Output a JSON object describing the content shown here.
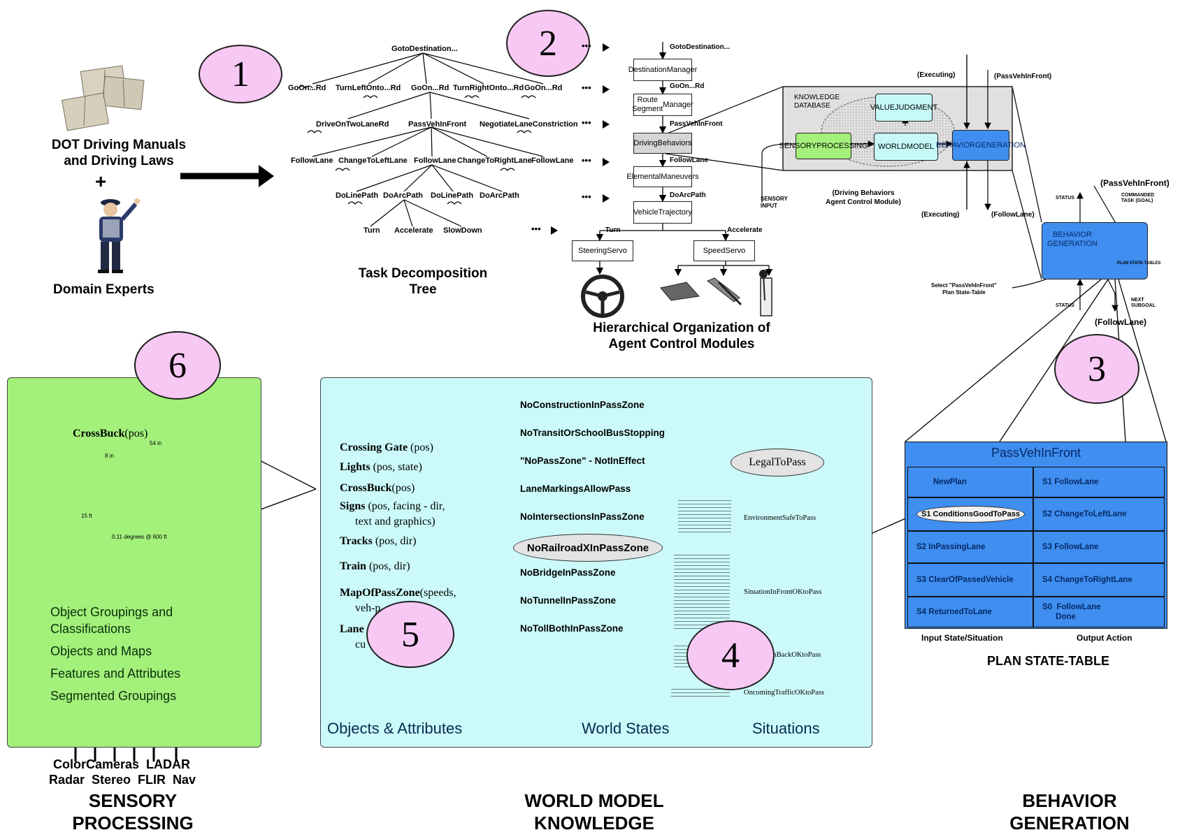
{
  "colors": {
    "circle_pink": "#f8c8f4",
    "sensory_green": "#a3f07b",
    "world_cyan": "#ccfafa",
    "behavior_blue": "#3f8ef0",
    "kb_gray": "#e0e0e0"
  },
  "circles": [
    "1",
    "2",
    "3",
    "4",
    "5",
    "6"
  ],
  "sources": {
    "manuals_line1": "DOT Driving Manuals",
    "manuals_line2": "and Driving Laws",
    "plus": "+",
    "experts": "Domain Experts",
    "manuals_icon": "book-stack-icon",
    "expert_icon": "traffic-officer-icon"
  },
  "task_tree": {
    "title_line1": "Task Decomposition",
    "title_line2": "Tree",
    "root": "GotoDestination...",
    "level1": [
      "GoOn...Rd",
      "TurnLeftOnto...Rd",
      "GoOn...Rd",
      "TurnRightOnto...Rd",
      "GoOn...Rd"
    ],
    "level2": [
      "DriveOnTwoLaneRd",
      "PassVehInFront",
      "NegotiateLaneConstriction"
    ],
    "level3": [
      "FollowLane",
      "ChangeToLeftLane",
      "FollowLane",
      "ChangeToRightLane",
      "FollowLane"
    ],
    "level4": [
      "DoLinePath",
      "DoArcPath",
      "DoLinePath",
      "DoArcPath"
    ],
    "level5": [
      "Turn",
      "Accelerate",
      "SlowDown"
    ],
    "continue": "•••"
  },
  "hierarchy": {
    "title_line1": "Hierarchical Organization of",
    "title_line2": "Agent Control Modules",
    "top_cmd": "GotoDestination...",
    "modules": [
      {
        "line1": "Destination",
        "line2": "Manager"
      },
      {
        "line1": "Route Segment",
        "line2": "Manager"
      },
      {
        "line1": "Driving",
        "line2": "Behaviors"
      },
      {
        "line1": "Elemental",
        "line2": "Maneuvers"
      },
      {
        "line1": "Vehicle",
        "line2": "Trajectory"
      }
    ],
    "cmds": [
      "GoOn...Rd",
      "PassVehInFront",
      "FollowLane",
      "DoArcPath"
    ],
    "turn": "Turn",
    "accelerate": "Accelerate",
    "steering": {
      "line1": "Steering",
      "line2": "Servo"
    },
    "speed": {
      "line1": "Speed",
      "line2": "Servo"
    },
    "actuator_icons": [
      "steering-wheel-icon",
      "gas-pedal-icon",
      "brake-pedal-icon",
      "gear-shift-icon"
    ]
  },
  "agent_module": {
    "knowledge_db_line1": "KNOWLEDGE",
    "knowledge_db_line2": "DATABASE",
    "value_judgment_line1": "VALUE",
    "value_judgment_line2": "JUDGMENT",
    "sensory_line1": "SENSORY",
    "sensory_line2": "PROCESSING",
    "world_line1": "WORLD",
    "world_line2": "MODEL",
    "behavior_line1": "BEHAVIOR",
    "behavior_line2": "GENERATION",
    "sensory_input_line1": "SENSORY",
    "sensory_input_line2": "INPUT",
    "caption_line1": "(Driving Behaviors",
    "caption_line2": "Agent Control Module)",
    "executing": "(Executing)",
    "pass_veh": "(PassVehInFront)",
    "follow_lane": "(FollowLane)"
  },
  "bg_detail": {
    "pass_veh": "(PassVehInFront)",
    "commanded_line1": "COMMANDED",
    "commanded_line2": "TASK (GOAL)",
    "status": "STATUS",
    "bg_line1": "BEHAVIOR",
    "bg_line2": "GENERATION",
    "plan_state_label": "PLAN STATE-TABLES",
    "select_line1": "Select \"PassVehInFront\"",
    "select_line2": "Plan State-Table",
    "next_subgoal_line1": "NEXT",
    "next_subgoal_line2": "SUBGOAL",
    "follow_lane": "(FollowLane)"
  },
  "plan_table": {
    "title": "PassVehInFront",
    "rows": [
      {
        "input": "NewPlan",
        "output": "S1  FollowLane"
      },
      {
        "input": "S1  ConditionsGoodToPass",
        "output": "S2  ChangeToLeftLane"
      },
      {
        "input": "S2  InPassingLane",
        "output": "S3  FollowLane"
      },
      {
        "input": "S3  ClearOfPassedVehicle",
        "output": "S4  ChangeToRightLane"
      },
      {
        "input": "S4  ReturnedToLane",
        "output": "S0  FollowLane\n      Done"
      }
    ],
    "col_input": "Input State/Situation",
    "col_output": "Output Action",
    "caption": "PLAN STATE-TABLE"
  },
  "sensory_panel": {
    "crossbuck_label": "CrossBuck",
    "crossbuck_pos": "(pos)",
    "dim_top": "54 in",
    "dim_diag": "8 in",
    "dim_side": "15 ft",
    "dim_bottom": "0.11 degrees @ 600 ft",
    "groups": [
      {
        "line1": "Object Groupings and",
        "line2": "Classifications"
      },
      {
        "line1": "Objects and Maps",
        "line2": ""
      },
      {
        "line1": "Features and Attributes",
        "line2": ""
      },
      {
        "line1": "Segmented Groupings",
        "line2": ""
      }
    ],
    "sensors_row1": "ColorCameras  LADAR",
    "sensors_row2": "Radar  Stereo  FLIR  Nav"
  },
  "world_panel": {
    "objects": [
      {
        "name": "Crossing Gate",
        "attr": " (pos)"
      },
      {
        "name": "Lights",
        "attr": " (pos, state)"
      },
      {
        "name": "CrossBuck",
        "attr": "(pos)"
      },
      {
        "name": "Signs",
        "attr": " (pos, facing - dir,"
      },
      {
        "name": "",
        "attr": "text and graphics)"
      },
      {
        "name": "Tracks",
        "attr": " (pos, dir)"
      },
      {
        "name": "Train",
        "attr": " (pos, dir)"
      },
      {
        "name": "MapOfPassZone",
        "attr": "(speeds,"
      },
      {
        "name": "",
        "attr": "veh-p          ccel)"
      },
      {
        "name": "Lane",
        "attr": ""
      },
      {
        "name": "",
        "attr": "cu"
      }
    ],
    "world_states": [
      "NoConstructionInPassZone",
      "NoTransitOrSchoolBusStopping",
      "\"NoPassZone\" - NotInEffect",
      "LaneMarkingsAllowPass",
      "NoIntersectionsInPassZone",
      "NoRailroadXInPassZone",
      "NoBridgeInPassZone",
      "NoTunnelInPassZone",
      "NoTollBothInPassZone"
    ],
    "legal": "LegalToPass",
    "situations": [
      "EnvironmentSafeToPass",
      "SituationInFrontOKtoPass",
      "SituationInBackOKtoPass",
      "OncomingTrafficOKtoPass"
    ],
    "col_objects": "Objects & Attributes",
    "col_world": "World States",
    "col_situations": "Situations"
  },
  "bottom_titles": {
    "sp_line1": "SENSORY",
    "sp_line2": "PROCESSING",
    "wm_line1": "WORLD MODEL",
    "wm_line2": "KNOWLEDGE",
    "bg_line1": "BEHAVIOR",
    "bg_line2": "GENERATION"
  }
}
